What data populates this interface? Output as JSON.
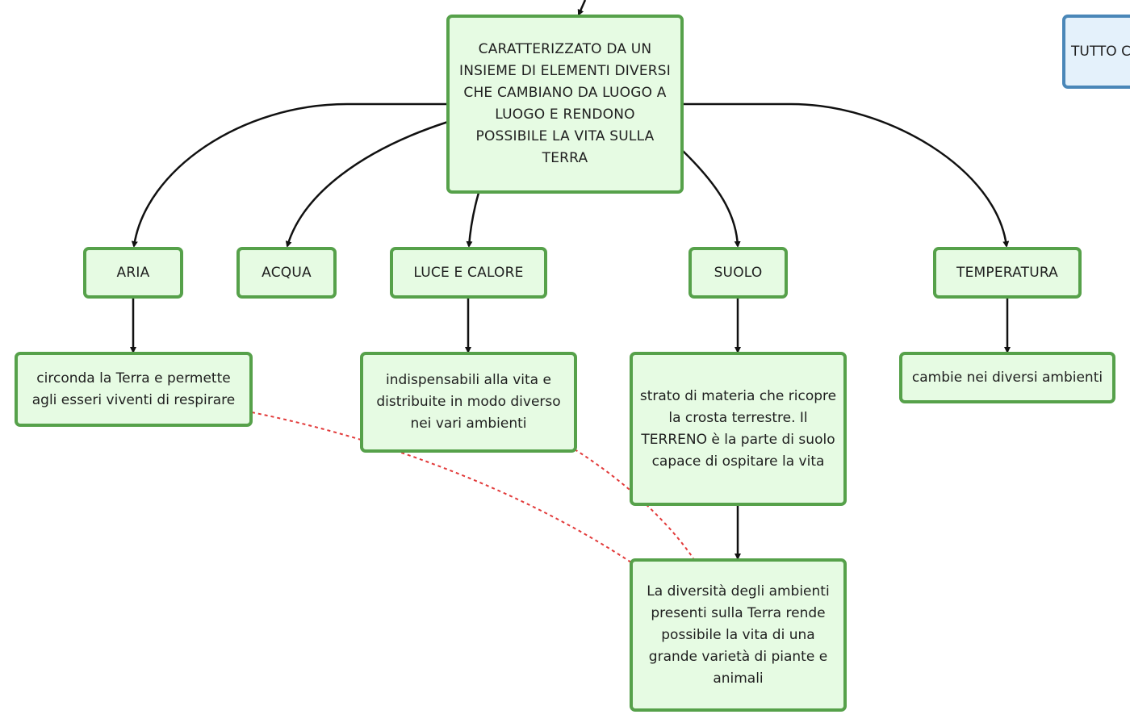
{
  "colors": {
    "node_border": "#56a14a",
    "node_fill": "#e6fbe3",
    "secondary_border": "#4a87b8",
    "secondary_fill": "#e4f1fb",
    "edge": "#111111",
    "dashed_edge": "#e23a3a"
  },
  "nodes": {
    "main": "CARATTERIZZATO DA UN\nINSIEME DI ELEMENTI DIVERSI\nCHE CAMBIANO DA LUOGO A\nLUOGO E RENDONO\nPOSSIBILE LA VITA SULLA\nTERRA",
    "side": "TUTTO C",
    "aria": "ARIA",
    "acqua": "ACQUA",
    "luce": "LUCE E CALORE",
    "suolo": "SUOLO",
    "temperatura": "TEMPERATURA",
    "aria_desc": "circonda la Terra e permette\nagli esseri viventi di respirare",
    "luce_desc": "indispensabili alla vita e\ndistribuite in modo diverso\nnei vari ambienti",
    "suolo_desc": "strato di materia che ricopre\nla crosta terrestre. Il\nTERRENO è la parte di suolo\ncapace di ospitare la vita",
    "temperatura_desc": "cambie nei diversi ambienti",
    "conclusion": "La diversità degli ambienti\npresenti sulla Terra rende\npossibile la vita di una\ngrande varietà di piante e\nanimali"
  }
}
